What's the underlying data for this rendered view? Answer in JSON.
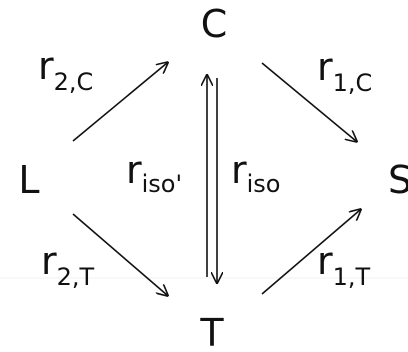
{
  "nodes": {
    "L": "L",
    "C": "C",
    "T": "T",
    "S": "S"
  },
  "rates": {
    "r2C": {
      "main": "r",
      "sub": "2,C"
    },
    "r1C": {
      "main": "r",
      "sub": "1,C"
    },
    "r2T": {
      "main": "r",
      "sub": "2,T"
    },
    "r1T": {
      "main": "r",
      "sub": "1,T"
    },
    "riso_prime": {
      "main": "r",
      "sub": "iso'"
    },
    "riso": {
      "main": "r",
      "sub": "iso"
    }
  },
  "colors": {
    "ink": "#111111",
    "background": "#ffffff"
  }
}
